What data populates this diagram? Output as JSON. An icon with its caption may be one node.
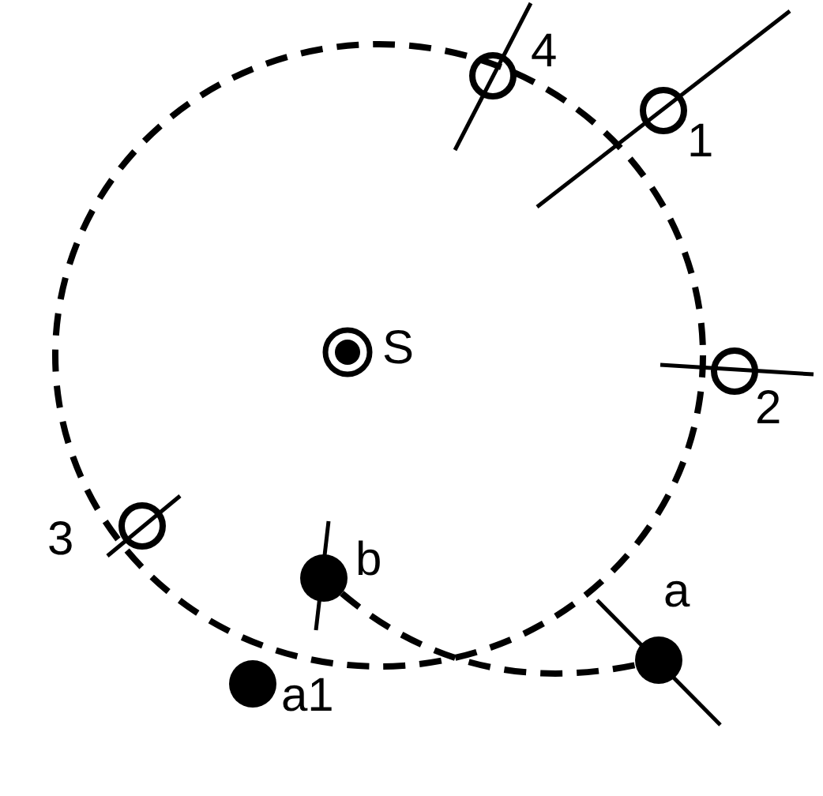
{
  "diagram": {
    "nodes": [
      {
        "text": [],
        "shape": "circle",
        "beside": [
          "b"
        ]
      },
      {
        "text": [],
        "shape": "circle",
        "beside": [
          "a"
        ]
      },
      {
        "text": [],
        "shape": "circle",
        "beside": [
          "a1"
        ]
      }
    ],
    "edges": [
      {
        "from": 0,
        "to": 1,
        "arrow": "none",
        "style": "dashed"
      }
    ],
    "labels": [
      "4",
      "1",
      "S",
      "2",
      "3"
    ]
  }
}
